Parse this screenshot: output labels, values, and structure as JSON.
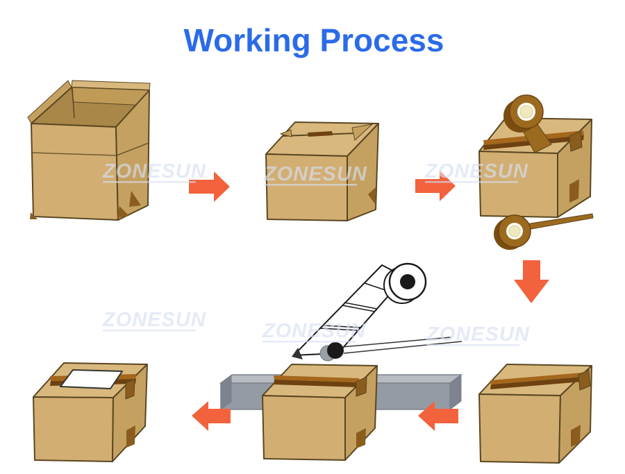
{
  "title": "Working Process",
  "watermarks": [
    "ZONESUN",
    "ZONESUN",
    "ZONESUN",
    "ZONESUN",
    "ZONESUN",
    "ZONESUN"
  ],
  "colors": {
    "title_blue": "#2B6BE8",
    "arrow_orange": "#F2623C",
    "box_front": "#D2AE72",
    "box_top": "#D9B87E",
    "box_side": "#C5A161",
    "box_outline": "#5A4620",
    "box_interior": "#A98749",
    "box_inner_wall": "#C09B58",
    "tape_dark": "#6E4210",
    "tape_mid": "#A4671C",
    "tape_piece": "#8A5C1E",
    "tape_roll_ring": "#9C6A1F",
    "tape_roll_side": "#7A4C10",
    "tape_roll_core": "#F1E9BD",
    "conveyor_top": "#B7BCC3",
    "conveyor_front": "#959BA5",
    "conveyor_end": "#7D8490",
    "label_white": "#FFFFFF",
    "ink_black": "#1A1A1A",
    "watermark_tint": "#D6DEF2"
  }
}
